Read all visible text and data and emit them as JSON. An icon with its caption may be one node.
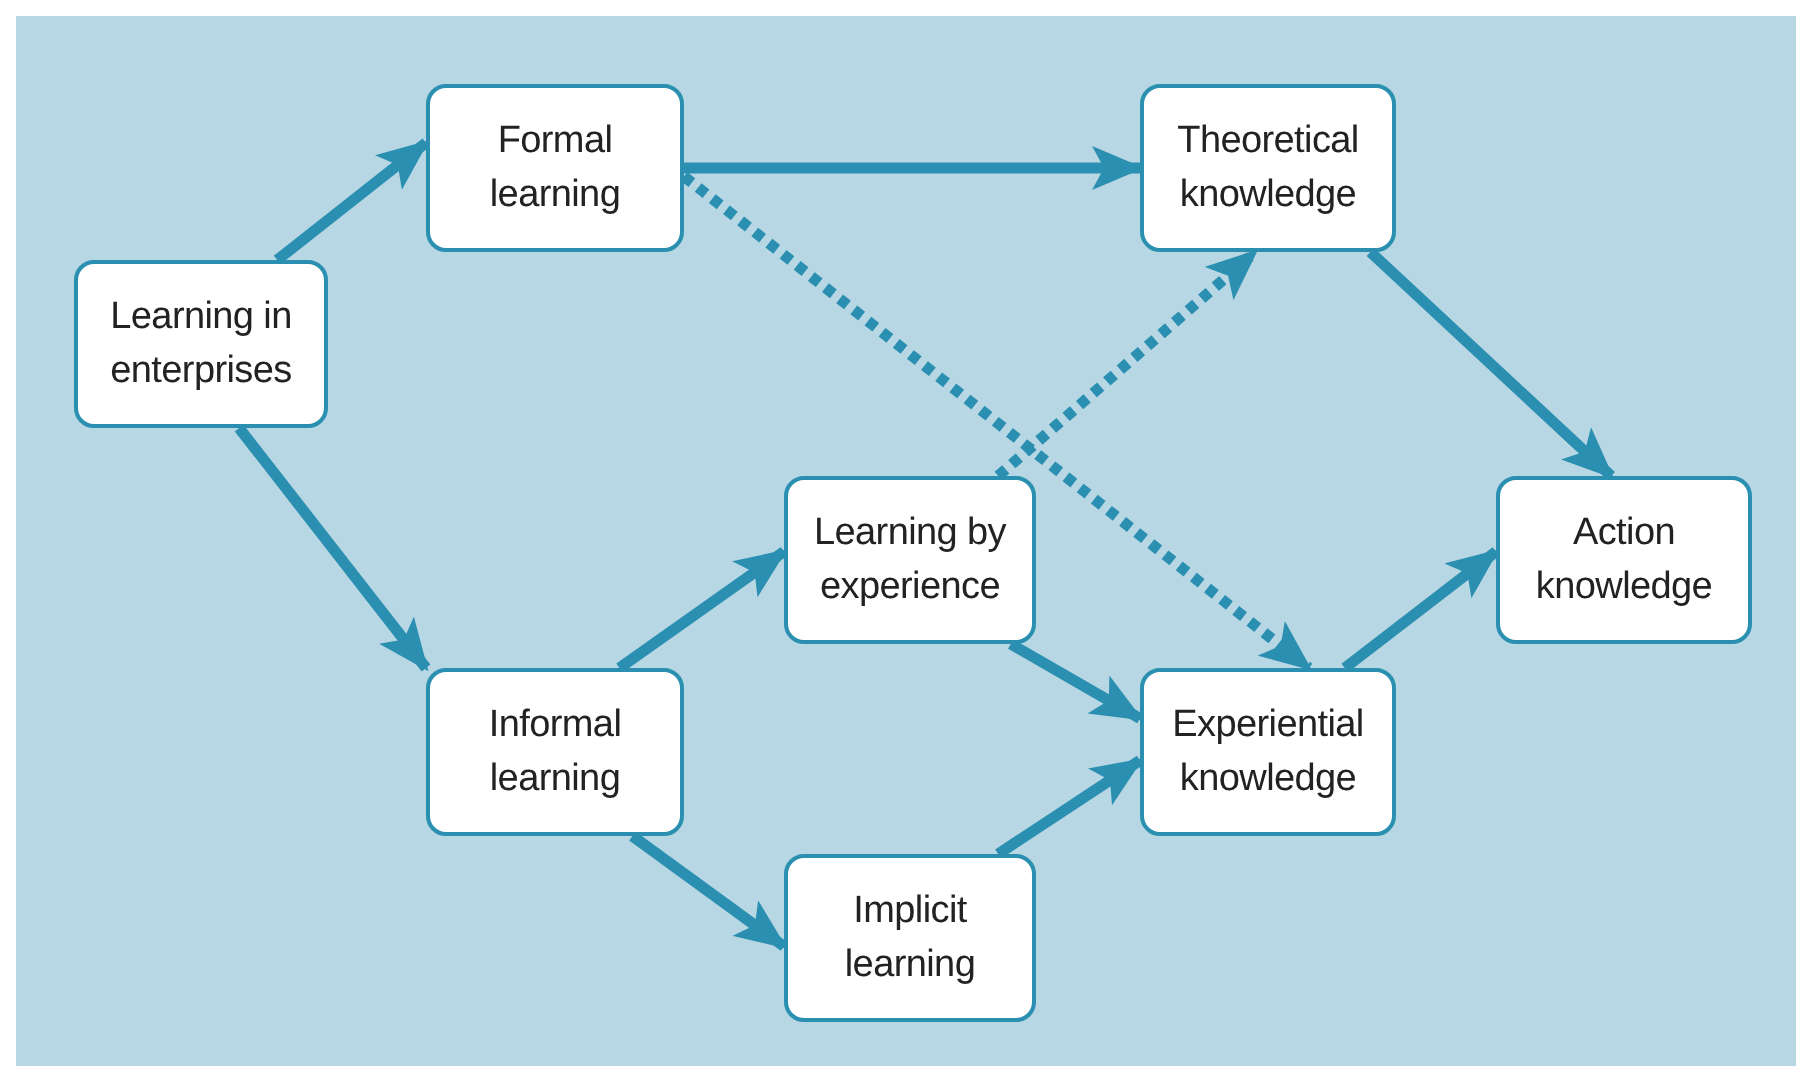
{
  "diagram": {
    "nodes": [
      {
        "text": [
          "Learning in enterprises"
        ]
      },
      {
        "text": [
          "Formal learning"
        ]
      },
      {
        "text": [
          "Theoretical knowledge"
        ]
      },
      {
        "text": [
          "Learning by experience"
        ]
      },
      {
        "text": [
          "Action knowledge"
        ]
      },
      {
        "text": [
          "Informal learning"
        ]
      },
      {
        "text": [
          "Experiential knowledge"
        ]
      },
      {
        "text": [
          "Implicit learning"
        ]
      }
    ],
    "edges": [
      {
        "from": 0,
        "to": 1,
        "arrow": "to"
      },
      {
        "from": 0,
        "to": 5,
        "arrow": "to"
      },
      {
        "from": 1,
        "to": 2,
        "arrow": "to"
      },
      {
        "from": 1,
        "to": 6,
        "arrow": "to",
        "style": "dashed"
      },
      {
        "from": 3,
        "to": 2,
        "arrow": "to",
        "style": "dashed"
      },
      {
        "from": 2,
        "to": 4,
        "arrow": "to"
      },
      {
        "from": 5,
        "to": 3,
        "arrow": "to"
      },
      {
        "from": 5,
        "to": 7,
        "arrow": "to"
      },
      {
        "from": 3,
        "to": 6,
        "arrow": "to"
      },
      {
        "from": 7,
        "to": 6,
        "arrow": "to"
      },
      {
        "from": 6,
        "to": 4,
        "arrow": "to"
      }
    ]
  }
}
